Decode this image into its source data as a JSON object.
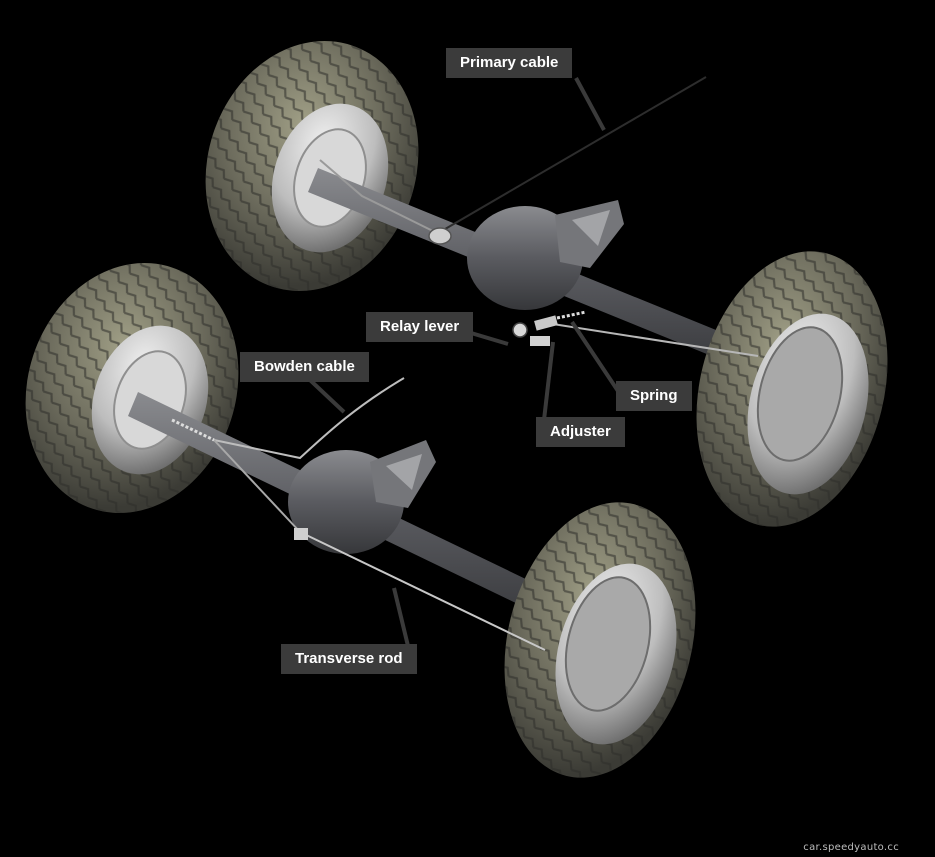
{
  "labels": {
    "primary_cable": "Primary cable",
    "relay_lever": "Relay lever",
    "bowden_cable": "Bowden cable",
    "spring": "Spring",
    "adjuster": "Adjuster",
    "transverse_rod": "Transverse rod"
  },
  "watermark": "car.speedyauto.cc",
  "colors": {
    "background": "#000000",
    "label_background": "#3b3b3b",
    "label_text": "#ffffff",
    "leader_line": "#3a3a3a",
    "axle_body": "#5a5b5f",
    "tyre": "#6b6a5c",
    "wheel_rim": "#c4c4c4"
  }
}
